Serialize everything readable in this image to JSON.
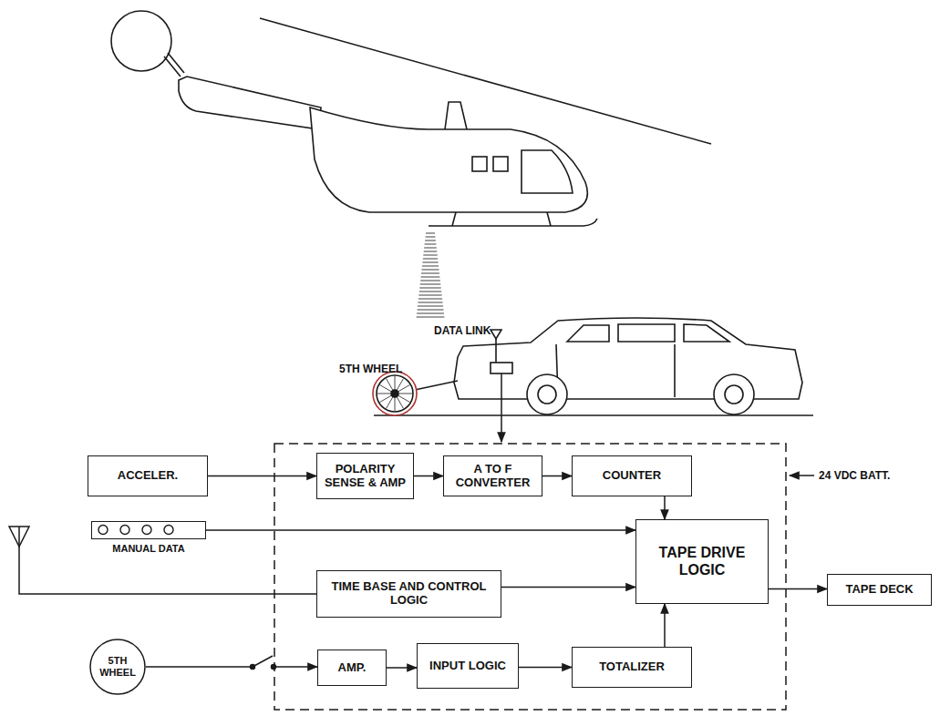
{
  "diagram": {
    "nodes": [
      {
        "text": [
          "ACCELER."
        ]
      },
      {
        "text": [
          "POLARITY SENSE & AMP"
        ]
      },
      {
        "text": [
          "A TO F CONVERTER"
        ]
      },
      {
        "text": [
          "COUNTER"
        ]
      },
      {
        "text": [
          "MANUAL DATA"
        ]
      },
      {
        "text": [
          "TAPE DRIVE LOGIC"
        ]
      },
      {
        "text": [
          "TAPE DECK"
        ]
      },
      {
        "text": [
          "TIME BASE AND CONTROL LOGIC"
        ]
      },
      {
        "text": [
          "5TH WHEEL"
        ]
      },
      {
        "text": [
          "AMP."
        ]
      },
      {
        "text": [
          "INPUT LOGIC"
        ]
      },
      {
        "text": [
          "TOTALIZER"
        ]
      }
    ],
    "edges": [
      {
        "from": 0,
        "to": 1,
        "arrow": "to"
      },
      {
        "from": 1,
        "to": 2,
        "arrow": "to"
      },
      {
        "from": 2,
        "to": 3,
        "arrow": "to"
      },
      {
        "from": 3,
        "to": 5,
        "arrow": "to"
      },
      {
        "from": 4,
        "to": 5,
        "arrow": "to"
      },
      {
        "from": 7,
        "to": 5,
        "arrow": "to"
      },
      {
        "from": 5,
        "to": 6,
        "arrow": "to"
      },
      {
        "from": 8,
        "to": 9,
        "arrow": "to"
      },
      {
        "from": 9,
        "to": 10,
        "arrow": "to"
      },
      {
        "from": 10,
        "to": 11,
        "arrow": "to"
      },
      {
        "from": 11,
        "to": 5,
        "arrow": "to"
      }
    ],
    "labels": [
      "DATA LINK",
      "5TH WHEEL",
      "24 VDC BATT."
    ]
  }
}
